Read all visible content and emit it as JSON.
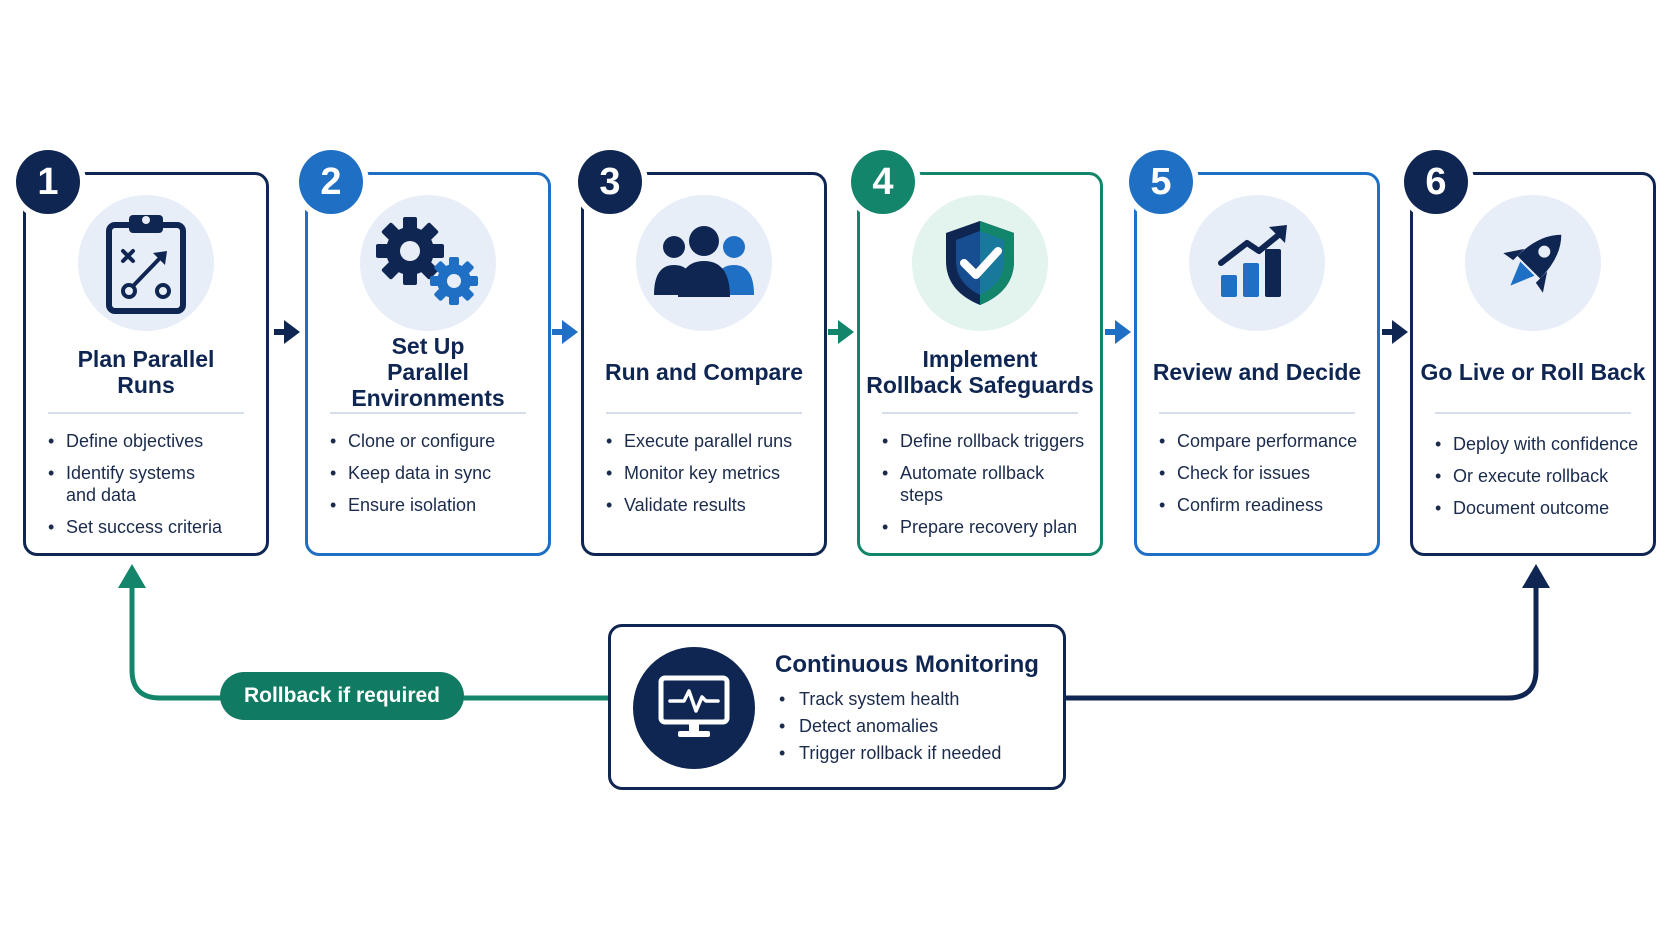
{
  "colors": {
    "navy": "#0f2652",
    "blue": "#1f6fc4",
    "teal": "#13856a",
    "icon_bg": "#e8eef7",
    "teal_icon_bg": "#e3f3ee"
  },
  "steps": [
    {
      "number": "1",
      "title": "Plan Parallel\nRuns",
      "icon": "clipboard-strategy-icon",
      "bullets": [
        "Define objectives",
        "Identify systems\nand data",
        "Set success criteria"
      ]
    },
    {
      "number": "2",
      "title": "Set Up\nParallel Environments",
      "icon": "gears-icon",
      "bullets": [
        "Clone or configure",
        "Keep data in sync",
        "Ensure isolation"
      ]
    },
    {
      "number": "3",
      "title": "Run and Compare",
      "icon": "team-icon",
      "bullets": [
        "Execute parallel runs",
        "Monitor key metrics",
        "Validate results"
      ]
    },
    {
      "number": "4",
      "title": "Implement\nRollback Safeguards",
      "icon": "shield-check-icon",
      "bullets": [
        "Define rollback triggers",
        "Automate rollback steps",
        "Prepare recovery plan"
      ]
    },
    {
      "number": "5",
      "title": "Review and Decide",
      "icon": "growth-chart-icon",
      "bullets": [
        "Compare performance",
        "Check for issues",
        "Confirm readiness"
      ]
    },
    {
      "number": "6",
      "title": "Go Live or Roll Back",
      "icon": "rocket-icon",
      "bullets": [
        "Deploy with confidence",
        "Or execute rollback",
        "Document outcome"
      ]
    }
  ],
  "monitoring": {
    "title": "Continuous Monitoring",
    "icon": "monitor-heartbeat-icon",
    "bullets": [
      "Track system health",
      "Detect anomalies",
      "Trigger rollback if needed"
    ]
  },
  "rollback_label": "Rollback if required"
}
